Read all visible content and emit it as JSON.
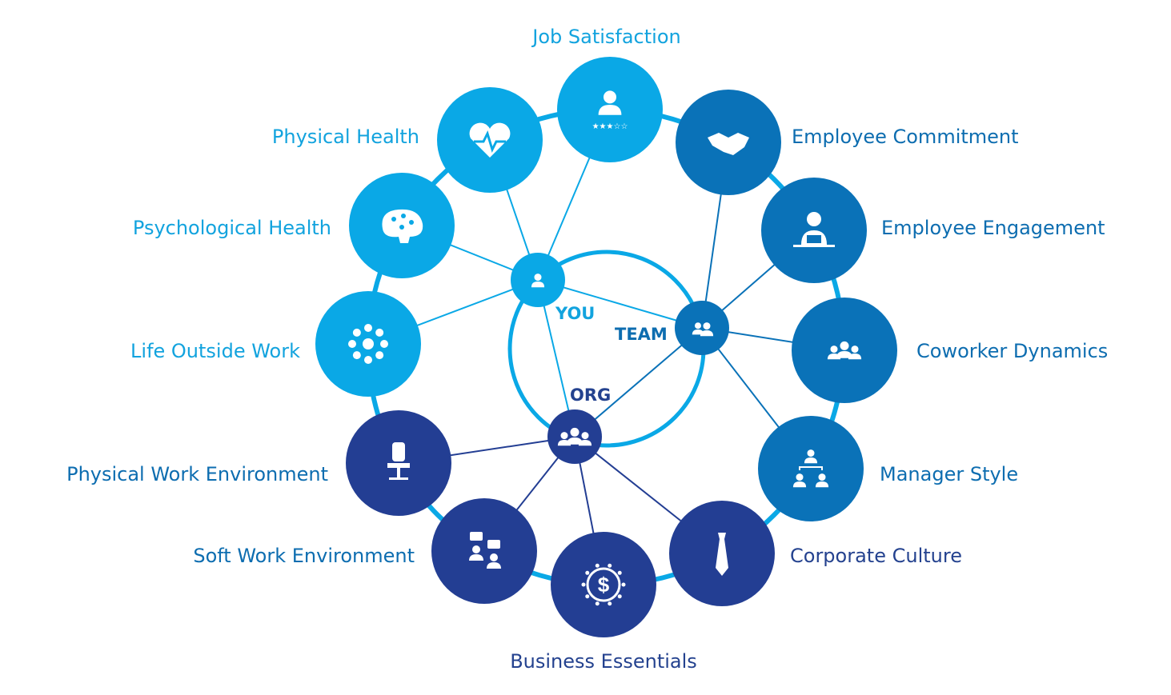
{
  "title": "Employee wellbeing network",
  "colors": {
    "light": "#0aa8e6",
    "mid": "#0a72b8",
    "dark": "#233e93"
  },
  "core": {
    "you": {
      "label": "YOU",
      "icon": "person-icon"
    },
    "team": {
      "label": "TEAM",
      "icon": "two-people-icon"
    },
    "org": {
      "label": "ORG",
      "icon": "group-icon"
    }
  },
  "nodes": {
    "job_satisfaction": {
      "label": "Job Satisfaction",
      "group": "you",
      "icon": "person-rating-icon"
    },
    "physical_health": {
      "label": "Physical Health",
      "group": "you",
      "icon": "heartbeat-icon"
    },
    "psychological_health": {
      "label": "Psychological Health",
      "group": "you",
      "icon": "brain-icon"
    },
    "life_outside_work": {
      "label": "Life Outside Work",
      "group": "you",
      "icon": "dots-ring-icon"
    },
    "employee_commitment": {
      "label": "Employee Commitment",
      "group": "team",
      "icon": "handshake-icon"
    },
    "employee_engagement": {
      "label": "Employee Engagement",
      "group": "team",
      "icon": "person-laptop-icon"
    },
    "coworker_dynamics": {
      "label": "Coworker Dynamics",
      "group": "team",
      "icon": "group-icon"
    },
    "manager_style": {
      "label": "Manager Style",
      "group": "team",
      "icon": "org-chart-icon"
    },
    "physical_work_environment": {
      "label": "Physical Work Environment",
      "group": "org",
      "icon": "office-chair-icon"
    },
    "soft_work_environment": {
      "label": "Soft Work Environment",
      "group": "org",
      "icon": "chat-people-icon"
    },
    "business_essentials": {
      "label": "Business Essentials",
      "group": "org",
      "icon": "dollar-gear-icon"
    },
    "corporate_culture": {
      "label": "Corporate Culture",
      "group": "org",
      "icon": "tie-icon"
    }
  }
}
